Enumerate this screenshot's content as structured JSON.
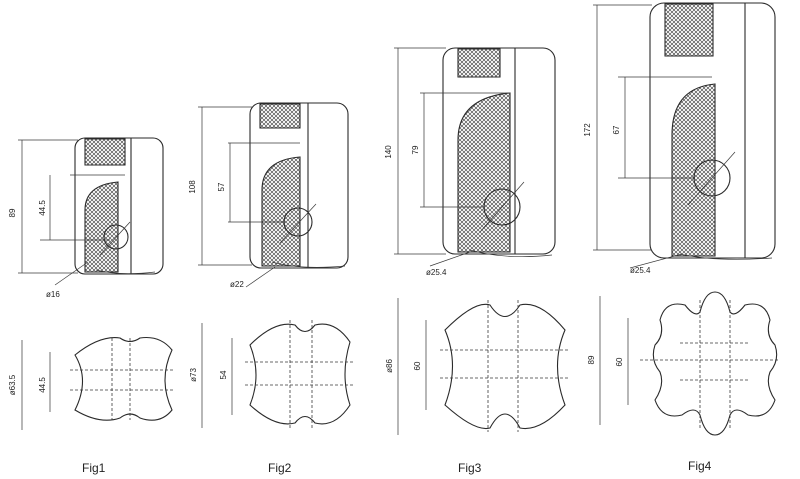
{
  "figures": [
    {
      "caption": "Fig1",
      "height": "89",
      "groove": "44.5",
      "hole": "ø16",
      "top_dia": "ø63.5",
      "top_span": "44.5"
    },
    {
      "caption": "Fig2",
      "height": "108",
      "groove": "57",
      "hole": "ø22",
      "top_dia": "ø73",
      "top_span": "54"
    },
    {
      "caption": "Fig3",
      "height": "140",
      "groove": "79",
      "hole": "ø25.4",
      "top_dia": "ø86",
      "top_span": "60"
    },
    {
      "caption": "Fig4",
      "height": "172",
      "groove": "67",
      "hole": "ø25.4",
      "top_dia": "89",
      "top_span": "60"
    }
  ]
}
